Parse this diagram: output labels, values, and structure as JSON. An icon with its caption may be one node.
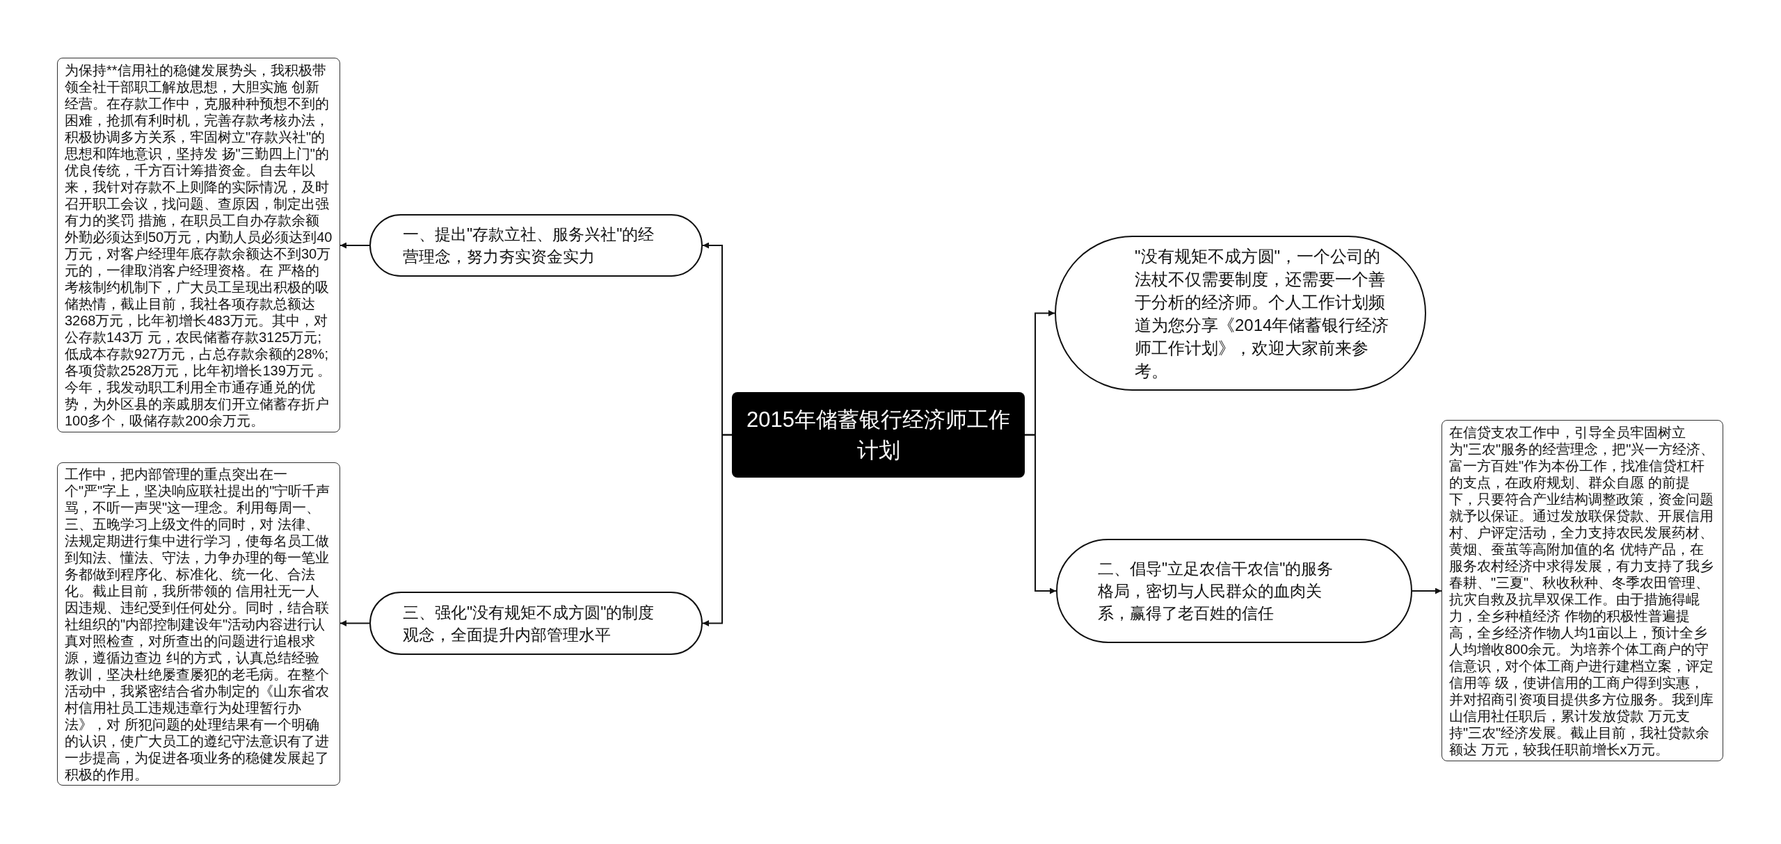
{
  "diagram": {
    "nodes": [
      {
        "text": [
          "2015年储蓄银行经济师工作计划"
        ]
      },
      {
        "text": [
          "一、提出\"存款立社、服务兴社\"的经营理念，努力夯实资金实力"
        ]
      },
      {
        "text": [
          "为保持**信用社的稳健发展势头，我积极带领全社干部职工解放思想，大胆实施 创新经营。在存款工作中，克服种种预想不到的困难，抢抓有利时机，完善存款考核办法，积极协调多方关系，牢固树立\"存款兴社\"的思想和阵地意识，坚持发 扬\"三勤四上门\"的优良传统，千方百计筹措资金。自去年以来，我针对存款不上则降的实际情况，及时召开职工会议，找问题、查原因，制定出强有力的奖罚 措施，在职员工自办存款余额外勤必须达到50万元，内勤人员必须达到40万元，对客户经理年底存款余额达不到30万元的，一律取消客户经理资格。在 严格的考核制约机制下，广大员工呈现出积极的吸储热情，截止目前，我社各项存款总额达3268万元，比年初增长483万元。其中，对公存款143万 元，农民储蓄存款3125万元;低成本存款927万元，占总存款余额的28%;各项贷款2528万元，比年初增长139万元 。今年，我发动职工利用全市通存通兑的优势，为外区县的亲戚朋友们开立储蓄存折户100多个，吸储存款200余万元。"
        ]
      },
      {
        "text": [
          "三、强化\"没有规矩不成方圆\"的制度观念，全面提升内部管理水平"
        ]
      },
      {
        "text": [
          "工作中，把内部管理的重点突出在一个\"严\"字上，坚决响应联社提出的\"宁听千声骂，不听一声哭\"这一理念。利用每周一、三、五晚学习上级文件的同时，对 法律、法规定期进行集中进行学习，使每名员工做到知法、懂法、守法，力争办理的每一笔业务都做到程序化、标准化、统一化、合法化。截止目前，我所带领的 信用社无一人因违规、违纪受到任何处分。同时，结合联社组织的\"内部控制建设年\"活动内容进行认真对照检查，对所查出的问题进行追根求源，遵循边查边 纠的方式，认真总结经验教训，坚决杜绝屡查屡犯的老毛病。在整个活动中，我紧密结合省办制定的《山东省农村信用社员工违规违章行为处理暂行办法》，对 所犯问题的处理结果有一个明确的认识，使广大员工的遵纪守法意识有了进一步提高，为促进各项业务的稳健发展起了积极的作用。"
        ]
      },
      {
        "text": [
          "\"没有规矩不成方圆\"，一个公司的法杖不仅需要制度，还需要一个善于分析的经济师。个人工作计划频道为您分享《2014年储蓄银行经济师工作计划》，欢迎大家前来参考。"
        ]
      },
      {
        "text": [
          "二、倡导\"立足农信干农信\"的服务格局，密切与人民群众的血肉关系，赢得了老百姓的信任"
        ]
      },
      {
        "text": [
          "在信贷支农工作中，引导全员牢固树立为\"三农\"服务的经营理念，把\"兴一方经济、富一方百姓\"作为本份工作，找准信贷杠杆的支点，在政府规划、群众自愿 的前提下，只要符合产业结构调整政策，资金问题就予以保证。通过发放联保贷款、开展信用村、户评定活动，全力支持农民发展药材、黄烟、蚕茧等高附加值的名 优特产品，在服务农村经济中求得发展，有力支持了我乡春耕、\"三夏\"、秋收秋种、冬季农田管理、抗灾自救及抗旱双保工作。由于措施得崐力，全乡种植经济 作物的积极性普遍提高，全乡经济作物人均1亩以上，预计全乡人均增收800余元。为培养个体工商户的守信意识，对个体工商户进行建档立案，评定信用等 级，使讲信用的工商户得到实惠，并对招商引资项目提供多方位服务。我到库山信用社任职后，累计发放贷款 万元支持\"三农\"经济发展。截止目前，我社贷款余额达 万元，较我任职前增长x万元。"
        ]
      }
    ],
    "edges": [
      {
        "from": 0,
        "to": 1,
        "arrow": "to"
      },
      {
        "from": 1,
        "to": 2,
        "arrow": "to"
      },
      {
        "from": 0,
        "to": 3,
        "arrow": "to"
      },
      {
        "from": 3,
        "to": 4,
        "arrow": "to"
      },
      {
        "from": 0,
        "to": 5,
        "arrow": "to"
      },
      {
        "from": 0,
        "to": 6,
        "arrow": "to"
      },
      {
        "from": 6,
        "to": 7,
        "arrow": "to"
      }
    ]
  }
}
